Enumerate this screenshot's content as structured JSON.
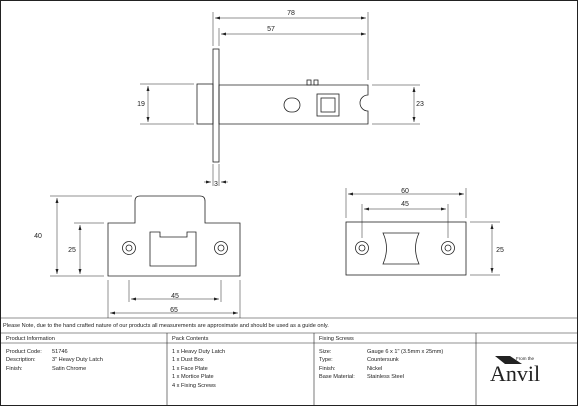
{
  "dimensions": {
    "latch_overall": "78",
    "latch_backset": "57",
    "latch_plate_height": "19",
    "latch_body_height": "23",
    "latch_plate_thickness": "3",
    "keep_height": "40",
    "keep_inner_height": "25",
    "keep_inner_width": "45",
    "keep_width": "65",
    "plate_width": "60",
    "plate_hole_centres": "45",
    "plate_height": "25"
  },
  "note": "Please Note, due to the hand crafted nature of our products all measurements are approximate and should be used as a guide only.",
  "product_info": {
    "title": "Product Information",
    "rows": [
      {
        "label": "Product Code:",
        "value": "51746"
      },
      {
        "label": "Description:",
        "value": "3\" Heavy Duty Latch"
      },
      {
        "label": "Finish:",
        "value": "Satin Chrome"
      }
    ]
  },
  "pack_contents": {
    "title": "Pack Contents",
    "items": [
      "1 x Heavy Duty Latch",
      "1 x Dust Box",
      "1 x Face Plate",
      "1 x Mortice Plate",
      "4 x Fixing Screws"
    ]
  },
  "fixing_screws": {
    "title": "Fixing Screws",
    "rows": [
      {
        "label": "Size:",
        "value": "Gauge 6 x 1\" (3.5mm x 25mm)"
      },
      {
        "label": "Type:",
        "value": "Countersunk"
      },
      {
        "label": "Finish:",
        "value": "Nickel"
      },
      {
        "label": "Base Material:",
        "value": "Stainless Steel"
      }
    ]
  },
  "logo": {
    "small": "From the",
    "main": "Anvil"
  }
}
